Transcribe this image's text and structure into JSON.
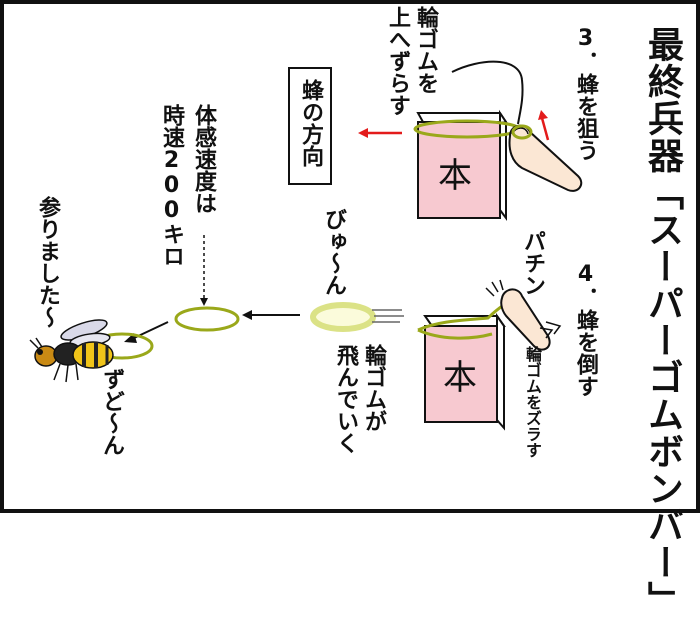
{
  "title": "最終兵器「スーパーゴムボンバー」",
  "step3": {
    "label": "3．蜂を狙う",
    "rubber_note_line1": "輪ゴムを",
    "rubber_note_line2": "上へずらす",
    "direction_label": "蜂の方向",
    "book_label": "本"
  },
  "step4": {
    "label": "4．蜂を倒す",
    "snap_sound": "パチン",
    "slide_note": "輪ゴムをズラす",
    "book_label": "本"
  },
  "flight": {
    "whoosh": "びゅ～ん",
    "flying_line1": "輪ゴムが",
    "flying_line2": "飛んでいく",
    "speed_line1": "体感速度は",
    "speed_line2": "時速200キロ",
    "impact": "ずど～ん",
    "defeat": "参りました～"
  },
  "colors": {
    "book_fill": "#f7c9d0",
    "rubber_band": "#9aa81a",
    "arrow_red": "#e31b1b",
    "hornet_yellow": "#f0c419"
  }
}
